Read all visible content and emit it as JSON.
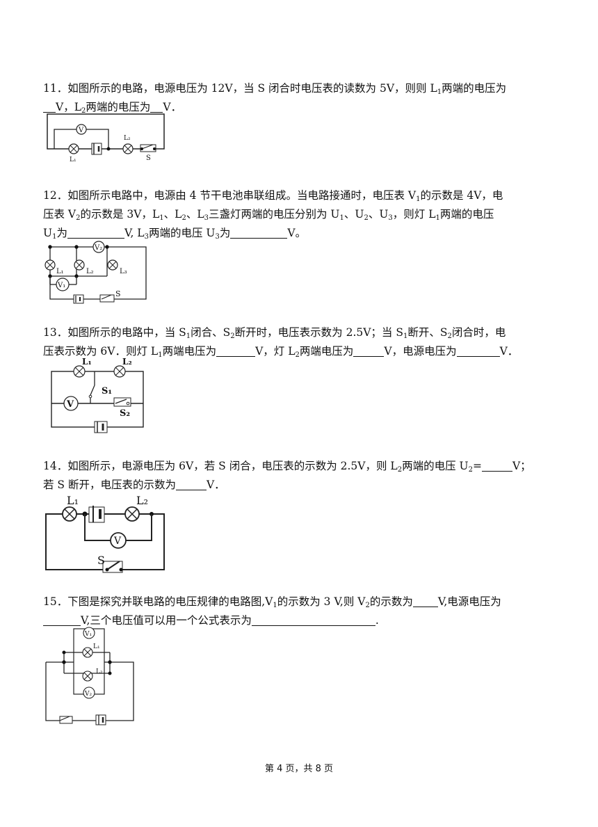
{
  "q11": {
    "num": "11．",
    "text1": "如图所示的电路，电源电压为 12V，当 S 闭合时电压表的读数为 5V，则则 L",
    "text2": "两端的电压为",
    "text3": "V，L",
    "text4": "两端的电压为",
    "text5": "V．",
    "fig": {
      "voltmeter": "V",
      "lamp1": "L₁",
      "lamp2": "L₂",
      "switch": "S"
    }
  },
  "q12": {
    "num": "12．",
    "text1": "如图所示电路中，电源由 4 节干电池串联组成。当电路接通时，电压表 V",
    "text2": "的示数是 4V，电",
    "text3": "压表 V",
    "text4": "的示数是 3V，L",
    "text5": "、L",
    "text6": "、L",
    "text7": "三盏灯两端的电压分别为 U",
    "text8": "、U",
    "text9": "、U",
    "text10": "，则灯 L",
    "text11": "两端的电压",
    "text12": "U",
    "text13": "为",
    "text14": "V, L",
    "text15": "两端的电压 U",
    "text16": "为",
    "text17": "V。",
    "fig": {
      "v1": "V₁",
      "v2": "V₂",
      "l1": "L₁",
      "l2": "L₂",
      "l3": "L₃",
      "switch": "S"
    }
  },
  "q13": {
    "num": "13．",
    "text1": "如图所示的电路中，当 S",
    "text2": "闭合、S",
    "text3": "断开时，电压表示数为 2.5V；当 S",
    "text4": "断开、S",
    "text5": "闭合时，电",
    "text6": "压表示数为 6V．则灯 L",
    "text7": "两端电压为",
    "text8": "V，灯 L",
    "text9": "两端电压为",
    "text10": "V，电源电压为",
    "text11": "V．",
    "fig": {
      "l1": "L₁",
      "l2": "L₂",
      "s1": "S₁",
      "s2": "S₂",
      "voltmeter": "V"
    }
  },
  "q14": {
    "num": "14．",
    "text1": "如图所示，电源电压为 6V，若 S 闭合，电压表的示数为 2.5V，则 L",
    "text2": "两端的电压 U",
    "text3": "=",
    "text4": "V；",
    "text5": "若 S 断开，电压表的示数为",
    "text6": "V．",
    "fig": {
      "l1": "L₁",
      "l2": "L₂",
      "voltmeter": "V",
      "switch": "S"
    }
  },
  "q15": {
    "num": "15．",
    "text1": "下图是探究并联电路的电压规律的电路图,V",
    "text2": "的示数为 3 V,则 V",
    "text3": "的示数为",
    "text4": "V,电源电压为",
    "text5": "V,三个电压值可以用一个公式表示为",
    "text6": ".",
    "fig": {
      "v1": "V₁",
      "v2": "V₂",
      "l1": "L₁",
      "l2": "L₂"
    }
  },
  "sub": {
    "one": "1",
    "two": "2",
    "three": "3"
  },
  "footer": "第 4 页，共 8 页"
}
